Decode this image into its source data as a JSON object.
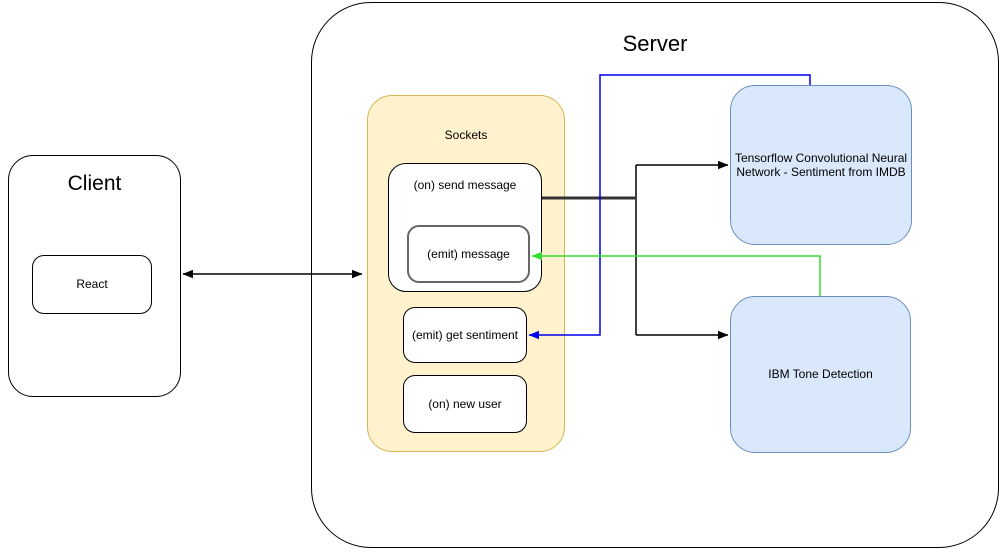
{
  "diagram": {
    "client": {
      "title": "Client",
      "react_label": "React"
    },
    "server": {
      "title": "Server"
    },
    "sockets": {
      "title": "Sockets",
      "send_message_label": "(on) send message",
      "emit_message_label": "(emit) message",
      "get_sentiment_label": "(emit) get sentiment",
      "new_user_label": "(on) new user"
    },
    "services": {
      "tensorflow_label": "Tensorflow Convolutional Neural Network - Sentiment from IMDB",
      "ibm_label": "IBM Tone Detection"
    },
    "edges": [
      {
        "id": "client-sockets",
        "from": "client",
        "to": "sockets",
        "style": "double-arrow",
        "color": "black"
      },
      {
        "id": "send-message-out",
        "from": "on-send-message",
        "to": "branch",
        "style": "thick-line",
        "color": "dark-gray"
      },
      {
        "id": "branch-to-tensorflow",
        "from": "branch",
        "to": "tensorflow-cnn",
        "style": "arrow",
        "color": "black"
      },
      {
        "id": "branch-to-ibm",
        "from": "branch",
        "to": "ibm-tone-detection",
        "style": "arrow",
        "color": "black"
      },
      {
        "id": "tensorflow-to-get-sentiment",
        "from": "tensorflow-cnn",
        "to": "emit-get-sentiment",
        "style": "arrow",
        "color": "blue"
      },
      {
        "id": "ibm-to-emit-message",
        "from": "ibm-tone-detection",
        "to": "emit-message",
        "style": "arrow",
        "color": "green"
      }
    ],
    "colors": {
      "sockets_fill": "#FFF2CC",
      "sockets_border": "#D6B656",
      "service_fill": "#DAE8FC",
      "service_border": "#6C8EBF",
      "arrow_black": "#000000",
      "arrow_thick": "#333333",
      "arrow_blue": "#0000EE",
      "arrow_green": "#33DD33"
    }
  }
}
